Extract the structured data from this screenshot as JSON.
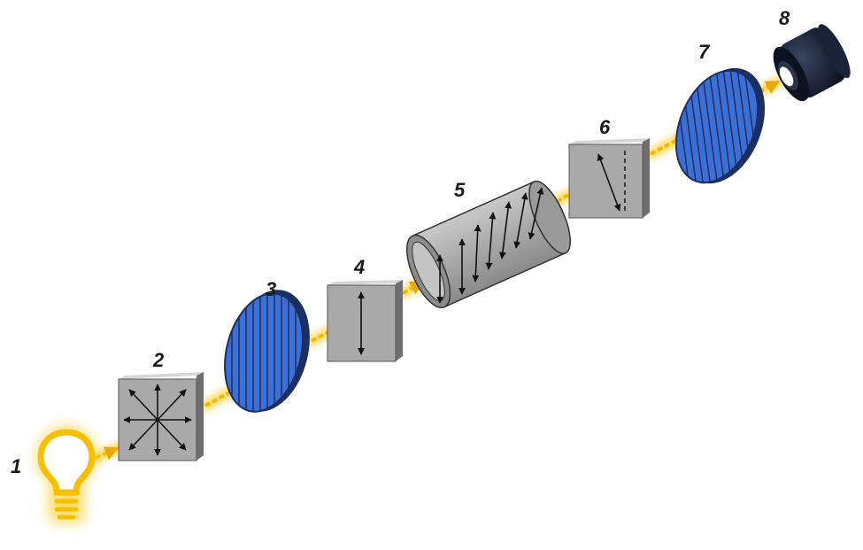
{
  "labels": [
    "1",
    "2",
    "3",
    "4",
    "5",
    "6",
    "7",
    "8"
  ],
  "components": [
    {
      "id": 1,
      "kind": "light-source",
      "icon": "lightbulb-icon"
    },
    {
      "id": 2,
      "kind": "plate",
      "arrows": "all-directions"
    },
    {
      "id": 3,
      "kind": "polarizer-disk",
      "lines": "vertical"
    },
    {
      "id": 4,
      "kind": "plate",
      "arrows": "vertical"
    },
    {
      "id": 5,
      "kind": "sample-tube",
      "arrows": "rotating"
    },
    {
      "id": 6,
      "kind": "plate",
      "arrows": "tilted"
    },
    {
      "id": 7,
      "kind": "analyzer-disk",
      "lines": "tilted"
    },
    {
      "id": 8,
      "kind": "detector",
      "icon": "detector-icon"
    }
  ],
  "colors": {
    "beam": "#f5b800",
    "beam_glow": "#ffd54a",
    "bulb": "#f6c000",
    "plate_front": "#a9a9a9",
    "plate_side": "#6e6e6e",
    "polarizer_fill": "#3c6fd6",
    "polarizer_edge": "#1b2f63",
    "tube": "#a8a8a8",
    "detector": "#111a2e"
  }
}
